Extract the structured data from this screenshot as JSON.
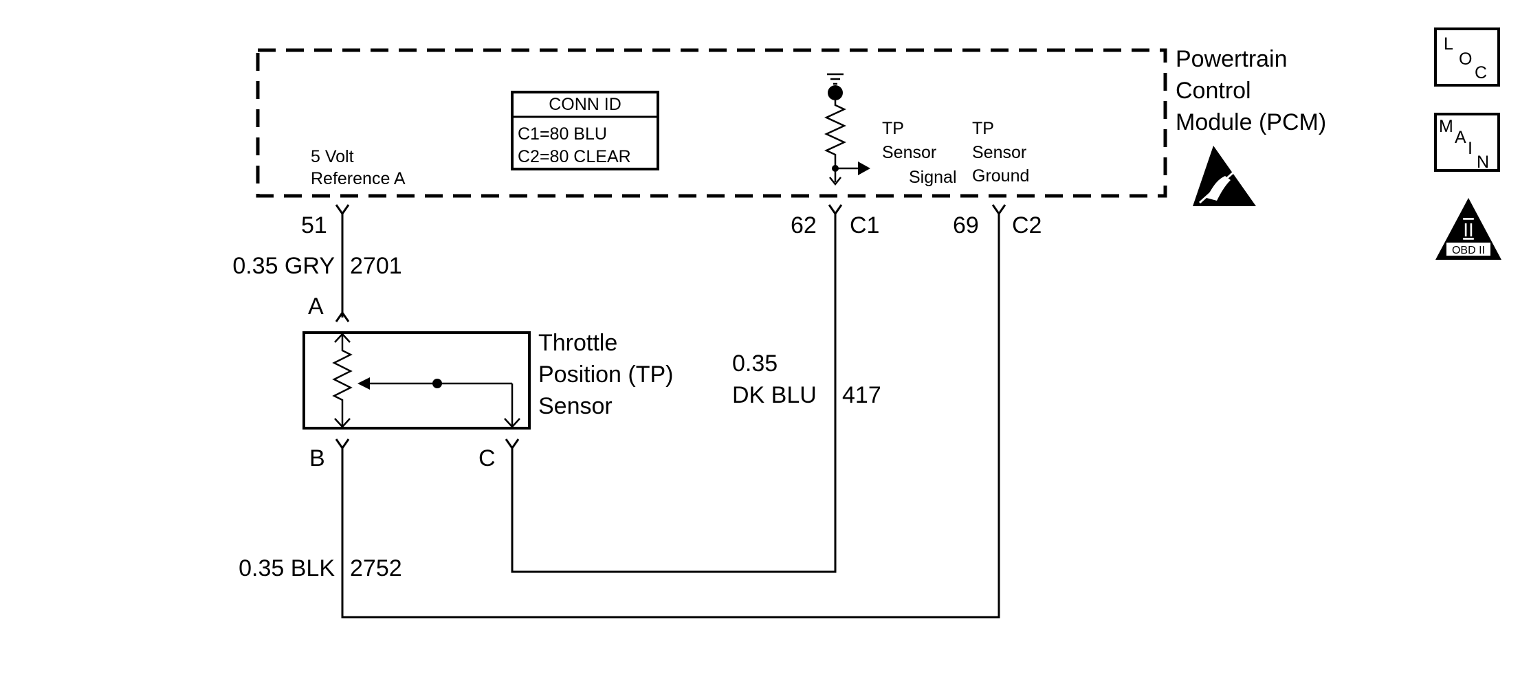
{
  "pcm": {
    "title_lines": [
      "Powertrain",
      "Control",
      "Module (PCM)"
    ],
    "conn_id": {
      "header": "CONN ID",
      "rows": [
        "C1=80 BLU",
        "C2=80 CLEAR"
      ]
    },
    "signals": {
      "ref5v": [
        "5 Volt",
        "Reference A"
      ],
      "tp_signal": [
        "TP",
        "Sensor",
        "Signal"
      ],
      "tp_ground": [
        "TP",
        "Sensor",
        "Ground"
      ]
    }
  },
  "pins": {
    "ref5v": {
      "number": "51",
      "connector": ""
    },
    "tp_signal": {
      "number": "62",
      "connector": "C1"
    },
    "tp_ground": {
      "number": "69",
      "connector": "C2"
    }
  },
  "wires": {
    "ref5v": {
      "gauge_color": "0.35 GRY",
      "circuit": "2701"
    },
    "tp_signal": {
      "gauge": "0.35",
      "color": "DK BLU",
      "circuit": "417"
    },
    "tp_ground": {
      "gauge_color": "0.35 BLK",
      "circuit": "2752"
    }
  },
  "sensor": {
    "name_lines": [
      "Throttle",
      "Position (TP)",
      "Sensor"
    ],
    "terminals": {
      "a": "A",
      "b": "B",
      "c": "C"
    }
  },
  "legend_icons": [
    {
      "name": "location-icon",
      "letters": [
        "L",
        "O",
        "C"
      ]
    },
    {
      "name": "main-icon",
      "letters": [
        "M",
        "A",
        "I",
        "N"
      ]
    },
    {
      "name": "obd-ii-icon",
      "letters": [
        "II",
        "OBD II"
      ]
    }
  ]
}
